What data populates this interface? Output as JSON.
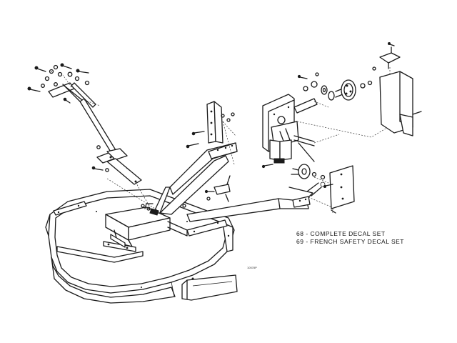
{
  "legend": [
    {
      "num": "68",
      "text": "COMPLETE DECAL SET"
    },
    {
      "num": "69",
      "text": "FRENCH SAFETY DECAL SET"
    }
  ],
  "drawing_code": "10578P"
}
